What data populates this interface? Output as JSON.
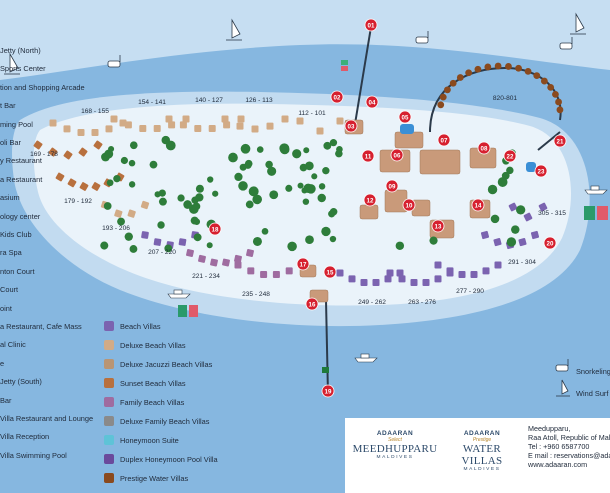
{
  "facility_list": [
    "Jetty (North)",
    "Sports Center",
    "tion and Shopping Arcade",
    "t Bar",
    "ming Pool",
    "oli Bar",
    "y Restaurant",
    "a Restaurant",
    "asium",
    "ology center",
    "Kids Club",
    "ra Spa",
    "nton Court",
    "Court",
    "oint",
    "a Restaurant, Cafe Mass",
    "al Clinic",
    "e",
    "Jetty (South)",
    "Bar",
    "Villa Restaurant and Lounge",
    "Villa Reception",
    "Villa Swimming Pool"
  ],
  "legend": [
    {
      "label": "Beach Villas",
      "color": "#7b63b0"
    },
    {
      "label": "Deluxe Beach Villas",
      "color": "#d2ab86"
    },
    {
      "label": "Deluxe Jacuzzi Beach Villas",
      "color": "#b99574"
    },
    {
      "label": "Sunset Beach Villas",
      "color": "#b8703e"
    },
    {
      "label": "Family Beach Villas",
      "color": "#9f6ca0"
    },
    {
      "label": "Deluxe Family Beach Villas",
      "color": "#8a8a8a"
    },
    {
      "label": "Honeymoon Suite",
      "color": "#5ec3d7"
    },
    {
      "label": "Duplex Honeymoon Pool Villa",
      "color": "#6a4a9c"
    },
    {
      "label": "Prestige Water Villas",
      "color": "#8a4a1e"
    }
  ],
  "villa_ranges": [
    {
      "text": "168 - 155"
    },
    {
      "text": "154 - 141"
    },
    {
      "text": "140 - 127"
    },
    {
      "text": "126 - 113"
    },
    {
      "text": "112 - 101"
    },
    {
      "text": "820-801"
    },
    {
      "text": "169 - 178"
    },
    {
      "text": "179 - 192"
    },
    {
      "text": "193 - 206"
    },
    {
      "text": "207 - 220"
    },
    {
      "text": "221 - 234"
    },
    {
      "text": "235 - 248"
    },
    {
      "text": "249 - 262"
    },
    {
      "text": "263 - 276"
    },
    {
      "text": "277 - 290"
    },
    {
      "text": "291 - 304"
    },
    {
      "text": "305 - 315"
    }
  ],
  "markers": [
    "01",
    "02",
    "03",
    "04",
    "05",
    "06",
    "07",
    "08",
    "09",
    "10",
    "11",
    "12",
    "13",
    "14",
    "15",
    "16",
    "17",
    "18",
    "19",
    "20",
    "21",
    "22",
    "23"
  ],
  "activities": [
    "Snorkeling",
    "Wind Surf"
  ],
  "brand": {
    "left_top": "ADAARAN",
    "left_sub": "Select",
    "left_name": "MEEDHUPPARU",
    "left_country": "MALDIVES",
    "right_top": "ADAARAN",
    "right_sub": "Prestige",
    "right_name": "WATER VILLAS",
    "right_country": "MALDIVES"
  },
  "contact": [
    "Meedupparu,",
    "Raa Atoll, Republic of Maldiv",
    "Tel : +960 6587700",
    "E mail : reservations@adaara",
    "www.adaaran.com"
  ],
  "colors": {
    "sea": "#7fb2dd",
    "lagoon": "#b8d7ef",
    "sand": "#eef5fb",
    "marker": "#d6202f",
    "tree": "#2e7d3a"
  }
}
